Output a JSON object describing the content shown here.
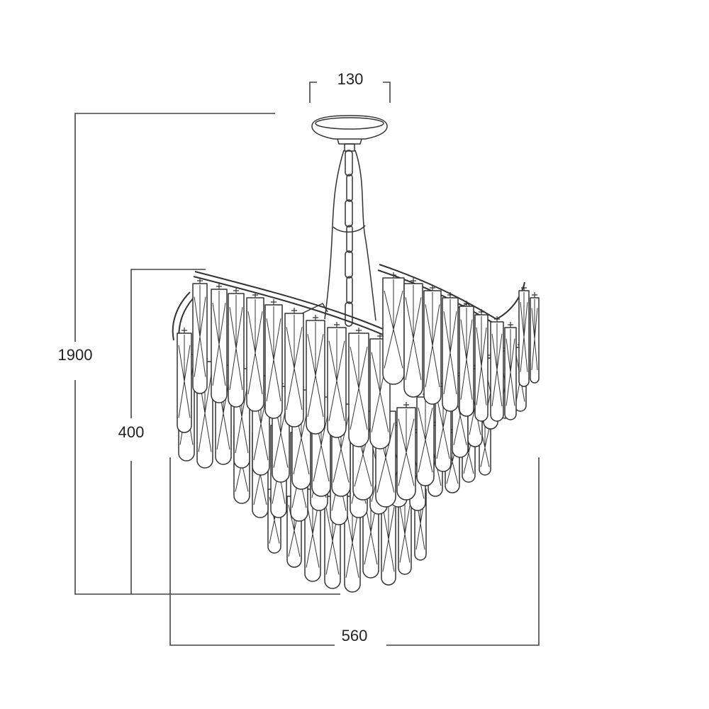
{
  "dimensions": {
    "canopy_width": "130",
    "overall_height": "1900",
    "body_height": "400",
    "body_width": "560"
  },
  "colors": {
    "line": "#333333",
    "dimension_line": "#444444",
    "background": "#ffffff"
  },
  "icons": {
    "fixture": "chandelier-drawing"
  }
}
